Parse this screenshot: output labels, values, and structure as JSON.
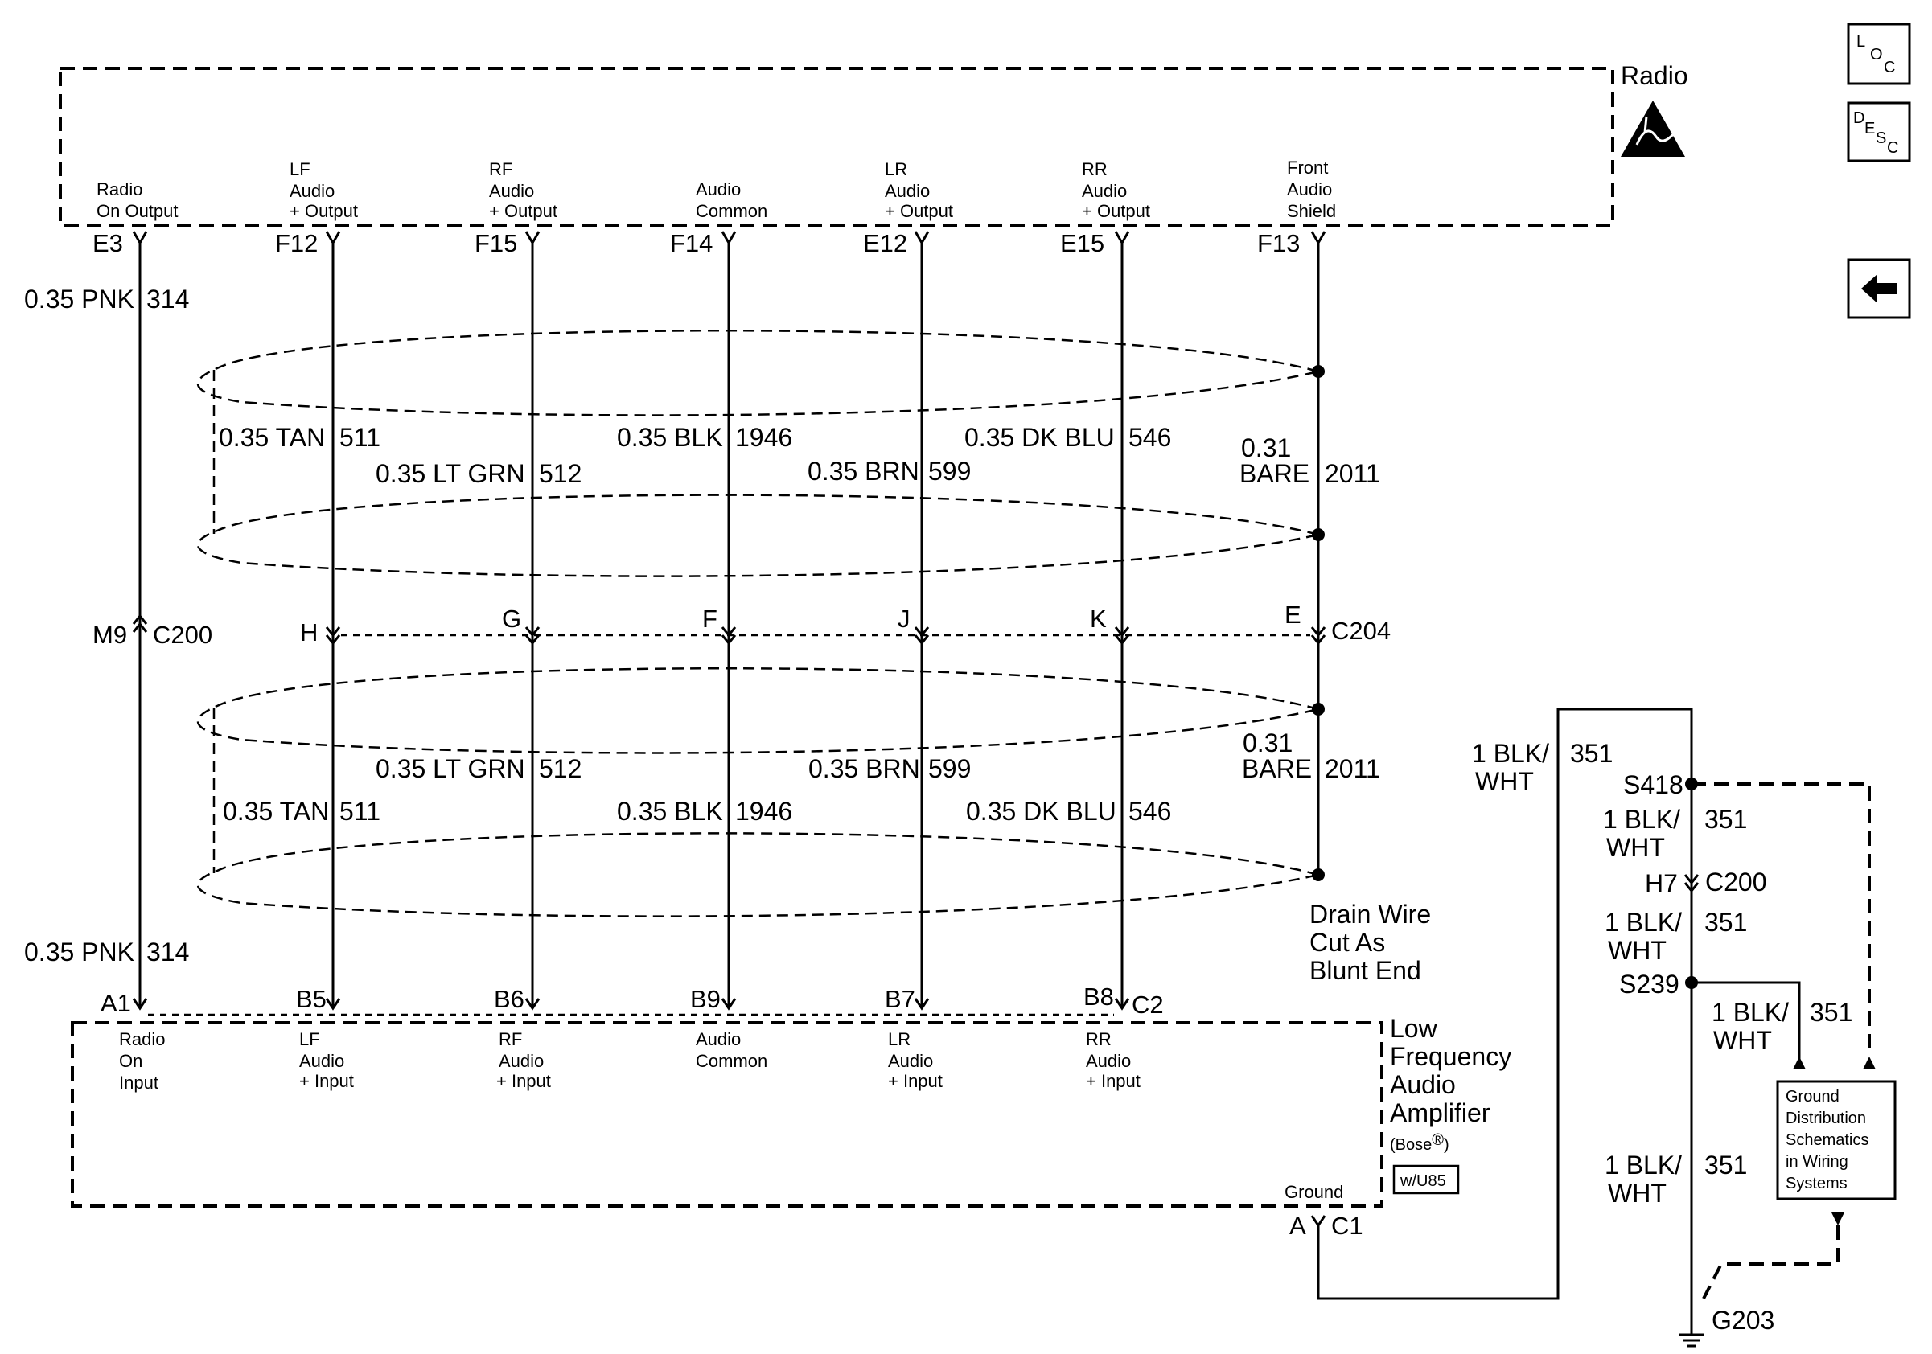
{
  "radio": {
    "title": "Radio",
    "pins": [
      {
        "id": "E3",
        "label": [
          "Radio",
          "On Output"
        ]
      },
      {
        "id": "F12",
        "label": [
          "LF",
          "Audio",
          "+ Output"
        ]
      },
      {
        "id": "F15",
        "label": [
          "RF",
          "Audio",
          "+ Output"
        ]
      },
      {
        "id": "F14",
        "label": [
          "Audio",
          "Common"
        ]
      },
      {
        "id": "E12",
        "label": [
          "LR",
          "Audio",
          "+ Output"
        ]
      },
      {
        "id": "E15",
        "label": [
          "RR",
          "Audio",
          "+ Output"
        ]
      },
      {
        "id": "F13",
        "label": [
          "Front",
          "Audio",
          "Shield"
        ]
      }
    ]
  },
  "amplifier": {
    "title": [
      "Low",
      "Frequency",
      "Audio",
      "Amplifier"
    ],
    "brand": "(Bose",
    "brand_close": ")",
    "option_box": "w/U85",
    "ground_label": "Ground",
    "ground_pin": "A",
    "ground_connector": "C1",
    "connector_c2": "C2",
    "pins": [
      {
        "id": "A1",
        "label": [
          "Radio",
          "On",
          "Input"
        ]
      },
      {
        "id": "B5",
        "label": [
          "LF",
          "Audio",
          "+ Input"
        ]
      },
      {
        "id": "B6",
        "label": [
          "RF",
          "Audio",
          "+ Input"
        ]
      },
      {
        "id": "B9",
        "label": [
          "Audio",
          "Common"
        ]
      },
      {
        "id": "B7",
        "label": [
          "LR",
          "Audio",
          "+ Input"
        ]
      },
      {
        "id": "B8",
        "label": [
          "RR",
          "Audio",
          "+ Input"
        ]
      }
    ]
  },
  "wires_upper": {
    "radio_on": {
      "size": "0.35 PNK",
      "circuit": "314"
    },
    "lf": {
      "size": "0.35 TAN",
      "circuit": "511"
    },
    "rf": {
      "size": "0.35 LT GRN",
      "circuit": "512"
    },
    "common": {
      "size": "0.35 BLK",
      "circuit": "1946"
    },
    "lr": {
      "size": "0.35 BRN",
      "circuit": "599"
    },
    "rr": {
      "size": "0.35 DK BLU",
      "circuit": "546"
    },
    "shield": {
      "size": [
        "0.31",
        "BARE"
      ],
      "circuit": "2011"
    }
  },
  "wires_lower": {
    "radio_on": {
      "size": "0.35 PNK",
      "circuit": "314"
    },
    "lf": {
      "size": "0.35 TAN",
      "circuit": "511"
    },
    "rf": {
      "size": "0.35 LT GRN",
      "circuit": "512"
    },
    "common": {
      "size": "0.35 BLK",
      "circuit": "1946"
    },
    "lr": {
      "size": "0.35 BRN",
      "circuit": "599"
    },
    "rr": {
      "size": "0.35 DK BLU",
      "circuit": "546"
    },
    "shield": {
      "size": [
        "0.31",
        "BARE"
      ],
      "circuit": "2011"
    }
  },
  "inline_connectors": {
    "c200_pin": "M9",
    "c200": "C200",
    "c204": "C204",
    "c204_pins": [
      "H",
      "G",
      "F",
      "J",
      "K",
      "E"
    ]
  },
  "drain_note": [
    "Drain Wire",
    "Cut As",
    "Blunt End"
  ],
  "ground_circuit": {
    "w1": {
      "size": [
        "1 BLK/",
        "WHT"
      ],
      "circuit": "351"
    },
    "splice1": "S418",
    "w2": {
      "size": [
        "1 BLK/",
        "WHT"
      ],
      "circuit": "351"
    },
    "c200_pin": "H7",
    "c200": "C200",
    "w3": {
      "size": [
        "1 BLK/",
        "WHT"
      ],
      "circuit": "351"
    },
    "splice2": "S239",
    "w4": {
      "size": [
        "1 BLK/",
        "WHT"
      ],
      "circuit": "351"
    },
    "w5": {
      "size": [
        "1 BLK/",
        "WHT"
      ],
      "circuit": "351"
    },
    "ground": "G203",
    "ref_box": [
      "Ground",
      "Distribution",
      "Schematics",
      "in Wiring",
      "Systems"
    ]
  },
  "side_icons": {
    "loc": {
      "L": "L",
      "O": "O",
      "C": "C"
    },
    "desc": {
      "D": "D",
      "E": "E",
      "S": "S",
      "C": "C"
    }
  }
}
